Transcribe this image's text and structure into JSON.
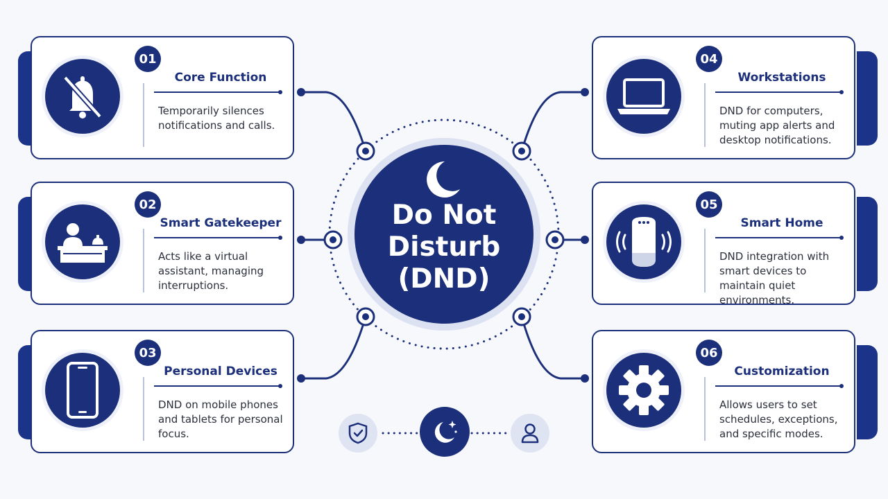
{
  "center": {
    "title": "Do Not Disturb (DND)"
  },
  "cards": [
    {
      "number": "01",
      "title": "Core Function",
      "description": "Temporarily silences notifications and calls.",
      "icon": "bell-slash-icon"
    },
    {
      "number": "02",
      "title": "Smart Gatekeeper",
      "description": "Acts like a virtual assistant, managing interruptions.",
      "icon": "receptionist-icon"
    },
    {
      "number": "03",
      "title": "Personal Devices",
      "description": "DND on mobile phones and tablets for personal focus.",
      "icon": "smartphone-icon"
    },
    {
      "number": "04",
      "title": "Workstations",
      "description": "DND for computers, muting app alerts and desktop notifications.",
      "icon": "laptop-icon"
    },
    {
      "number": "05",
      "title": "Smart Home",
      "description": "DND integration with smart devices to maintain quiet environments.",
      "icon": "smart-speaker-icon"
    },
    {
      "number": "06",
      "title": "Customization",
      "description": "Allows users to set schedules, exceptions, and specific modes.",
      "icon": "gear-icon"
    }
  ],
  "bottom_icons": [
    "shield-icon",
    "moon-icon",
    "user-icon"
  ],
  "colors": {
    "primary": "#1b2f7a",
    "accent": "#1b3388",
    "background": "#f7f8fc",
    "light": "#dde2f2"
  }
}
